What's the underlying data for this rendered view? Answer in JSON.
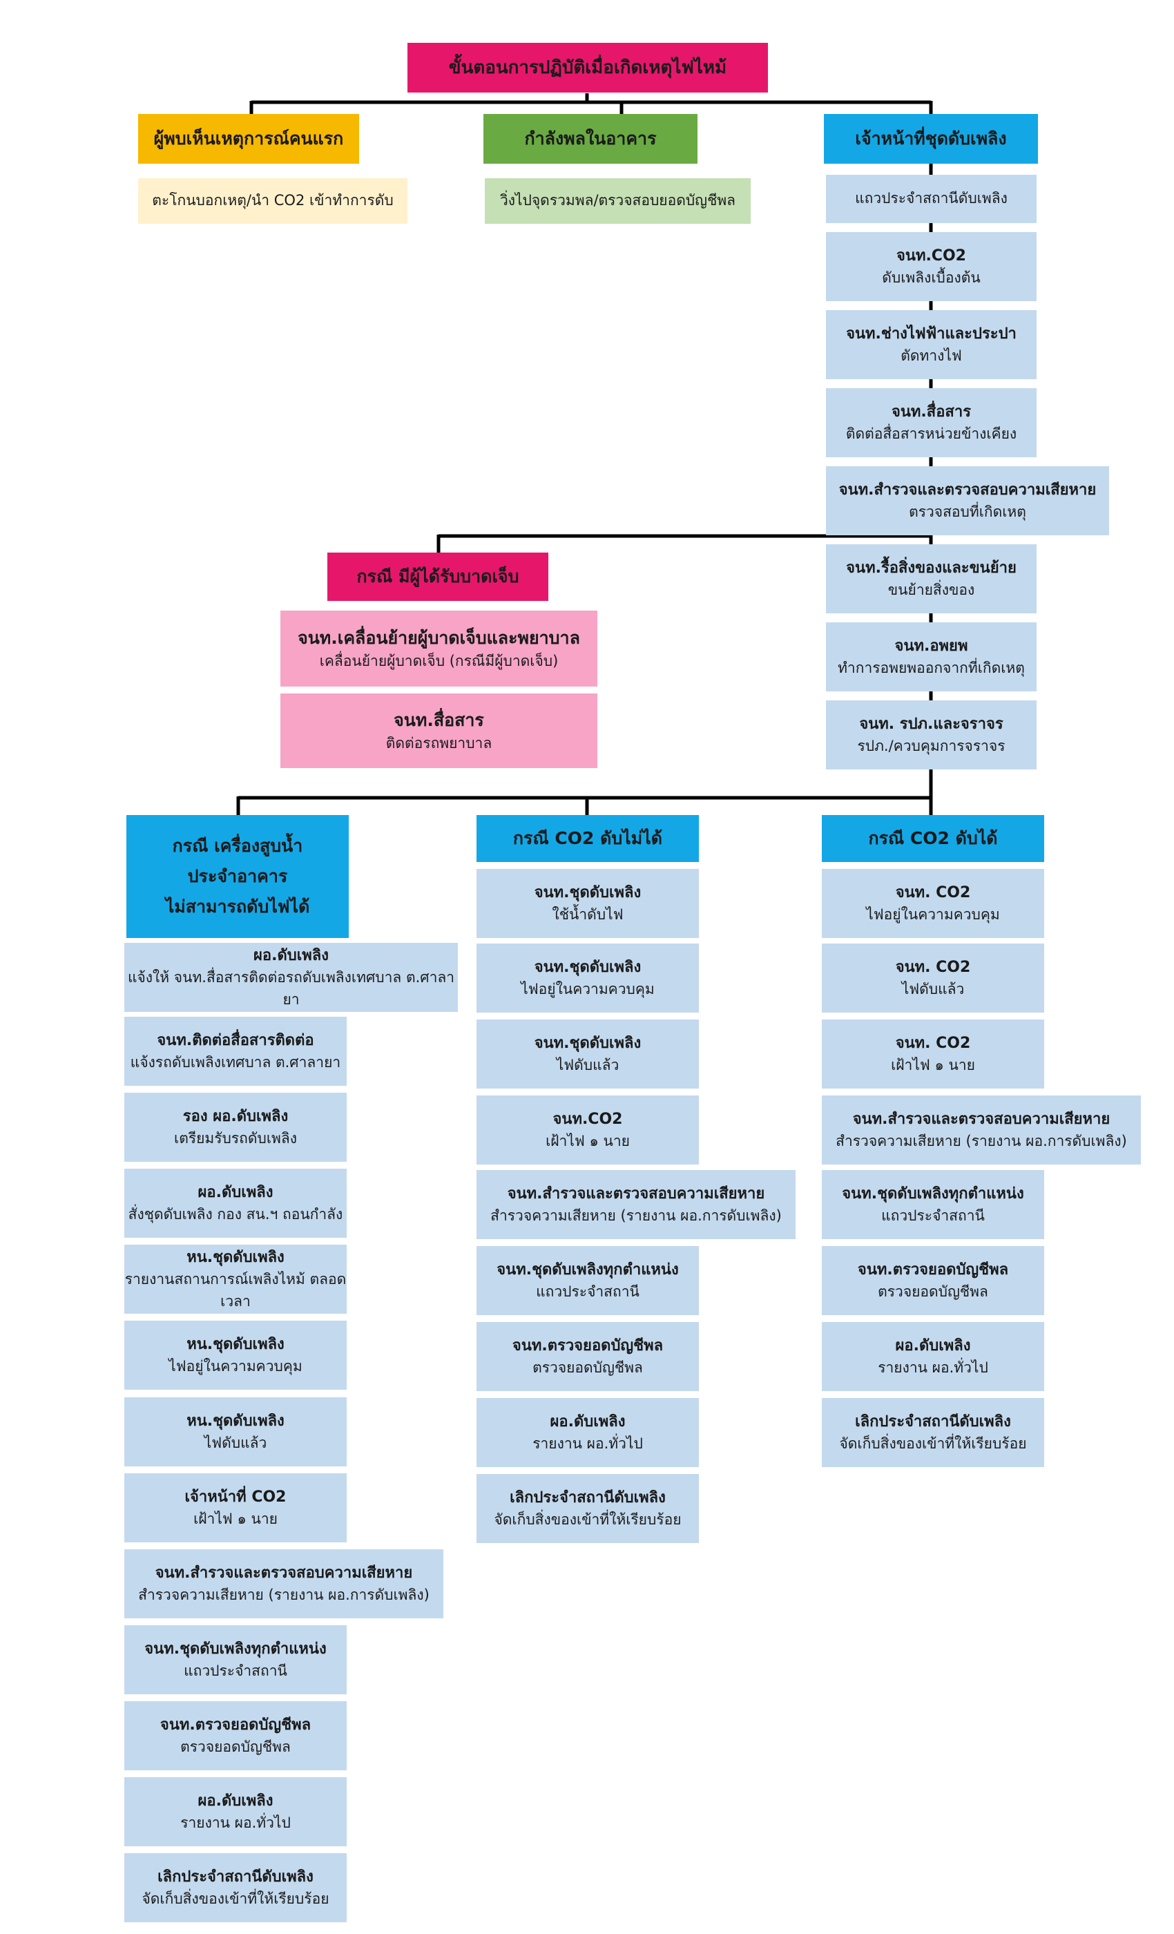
{
  "colors": {
    "title_bg": "#e6176b",
    "first_finder_bg": "#f7b800",
    "first_finder_sub_bg": "#fff1cc",
    "building_force_bg": "#6aaa43",
    "building_force_sub_bg": "#c5e0b4",
    "fire_team_bg": "#14a7e6",
    "step_bg": "#c3d9ee",
    "injured_bg": "#e6176b",
    "injured_sub_bg": "#f7a4c6",
    "connector": "#000000"
  },
  "title": "ขั้นตอนการปฏิบัติเมื่อเกิดเหตุไฟไหม้",
  "first_finder": {
    "title": "ผู้พบเห็นเหตุการณ์คนแรก",
    "action": "ตะโกนบอกเหตุ/นำ CO2 เข้าทำการดับ"
  },
  "building_force": {
    "title": "กำลังพลในอาคาร",
    "action": "วิ่งไปจุดรวมพล/ตรวจสอบยอดบัญชีพล"
  },
  "fire_team": {
    "title": "เจ้าหน้าที่ชุดดับเพลิง",
    "line_up": "แถวประจำสถานีดับเพลิง",
    "steps": [
      {
        "title": "จนท.CO2",
        "desc": "ดับเพลิงเบื้องต้น"
      },
      {
        "title": "จนท.ช่างไฟฟ้าและประปา",
        "desc": "ตัดทางไฟ"
      },
      {
        "title": "จนท.สื่อสาร",
        "desc": "ติดต่อสื่อสารหน่วยข้างเคียง"
      },
      {
        "title": "จนท.สำรวจและตรวจสอบความเสียหาย",
        "desc": "ตรวจสอบที่เกิดเหตุ"
      },
      {
        "title": "จนท.รื้อสิ่งของและขนย้าย",
        "desc": "ขนย้ายสิ่งของ"
      },
      {
        "title": "จนท.อพยพ",
        "desc": "ทำการอพยพออกจากที่เกิดเหตุ"
      },
      {
        "title": "จนท. รปภ.และจราจร",
        "desc": "รปภ./ควบคุมการจราจร"
      }
    ]
  },
  "injured_case": {
    "title": "กรณี มีผู้ได้รับบาดเจ็บ",
    "steps": [
      {
        "title": "จนท.เคลื่อนย้ายผู้บาดเจ็บและพยาบาล",
        "desc": "เคลื่อนย้ายผู้บาดเจ็บ (กรณีมีผู้บาดเจ็บ)"
      },
      {
        "title": "จนท.สื่อสาร",
        "desc": "ติดต่อรถพยาบาล"
      }
    ]
  },
  "pump_case": {
    "title_lines": [
      "กรณี เครื่องสูบน้ำ",
      "ประจำอาคาร",
      "ไม่สามารถดับไฟได้"
    ],
    "steps": [
      {
        "title": "ผอ.ดับเพลิง",
        "desc": "แจ้งให้ จนท.สื่อสารติดต่อรถดับเพลิงเทศบาล ต.ศาลายา"
      },
      {
        "title": "จนท.ติดต่อสื่อสารติดต่อ",
        "desc": "แจ้งรถดับเพลิงเทศบาล ต.ศาลายา"
      },
      {
        "title": "รอง ผอ.ดับเพลิง",
        "desc": "เตรียมรับรถดับเพลิง"
      },
      {
        "title": "ผอ.ดับเพลิง",
        "desc": "สั่งชุดดับเพลิง กอง สน.ฯ ถอนกำลัง"
      },
      {
        "title": "หน.ชุดดับเพลิง",
        "desc": "รายงานสถานการณ์เพลิงไหม้ ตลอดเวลา"
      },
      {
        "title": "หน.ชุดดับเพลิง",
        "desc": "ไฟอยู่ในความควบคุม"
      },
      {
        "title": "หน.ชุดดับเพลิง",
        "desc": "ไฟดับแล้ว"
      },
      {
        "title": "เจ้าหน้าที่ CO2",
        "desc": "เฝ้าไฟ ๑ นาย"
      },
      {
        "title": "จนท.สำรวจและตรวจสอบความเสียหาย",
        "desc": "สำรวจความเสียหาย (รายงาน ผอ.การดับเพลิง)"
      },
      {
        "title": "จนท.ชุดดับเพลิงทุกตำแหน่ง",
        "desc": "แถวประจำสถานี"
      },
      {
        "title": "จนท.ตรวจยอดบัญชีพล",
        "desc": "ตรวจยอดบัญชีพล"
      },
      {
        "title": "ผอ.ดับเพลิง",
        "desc": "รายงาน ผอ.ทั่วไป"
      },
      {
        "title": "เลิกประจำสถานีดับเพลิง",
        "desc": "จัดเก็บสิ่งของเข้าที่ให้เรียบร้อย"
      }
    ]
  },
  "co2_fail_case": {
    "title": "กรณี CO2 ดับไม่ได้",
    "steps": [
      {
        "title": "จนท.ชุดดับเพลิง",
        "desc": "ใช้น้ำดับไฟ"
      },
      {
        "title": "จนท.ชุดดับเพลิง",
        "desc": "ไฟอยู่ในความควบคุม"
      },
      {
        "title": "จนท.ชุดดับเพลิง",
        "desc": "ไฟดับแล้ว"
      },
      {
        "title": "จนท.CO2",
        "desc": "เฝ้าไฟ ๑ นาย"
      },
      {
        "title": "จนท.สำรวจและตรวจสอบความเสียหาย",
        "desc": "สำรวจความเสียหาย (รายงาน ผอ.การดับเพลิง)"
      },
      {
        "title": "จนท.ชุดดับเพลิงทุกตำแหน่ง",
        "desc": "แถวประจำสถานี"
      },
      {
        "title": "จนท.ตรวจยอดบัญชีพล",
        "desc": "ตรวจยอดบัญชีพล"
      },
      {
        "title": "ผอ.ดับเพลิง",
        "desc": "รายงาน ผอ.ทั่วไป"
      },
      {
        "title": "เลิกประจำสถานีดับเพลิง",
        "desc": "จัดเก็บสิ่งของเข้าที่ให้เรียบร้อย"
      }
    ]
  },
  "co2_ok_case": {
    "title": "กรณี CO2 ดับได้",
    "steps": [
      {
        "title": "จนท. CO2",
        "desc": "ไฟอยู่ในความควบคุม"
      },
      {
        "title": "จนท. CO2",
        "desc": "ไฟดับแล้ว"
      },
      {
        "title": "จนท. CO2",
        "desc": "เฝ้าไฟ ๑ นาย"
      },
      {
        "title": "จนท.สำรวจและตรวจสอบความเสียหาย",
        "desc": "สำรวจความเสียหาย (รายงาน ผอ.การดับเพลิง)"
      },
      {
        "title": "จนท.ชุดดับเพลิงทุกตำแหน่ง",
        "desc": "แถวประจำสถานี"
      },
      {
        "title": "จนท.ตรวจยอดบัญชีพล",
        "desc": "ตรวจยอดบัญชีพล"
      },
      {
        "title": "ผอ.ดับเพลิง",
        "desc": "รายงาน ผอ.ทั่วไป"
      },
      {
        "title": "เลิกประจำสถานีดับเพลิง",
        "desc": "จัดเก็บสิ่งของเข้าที่ให้เรียบร้อย"
      }
    ]
  }
}
